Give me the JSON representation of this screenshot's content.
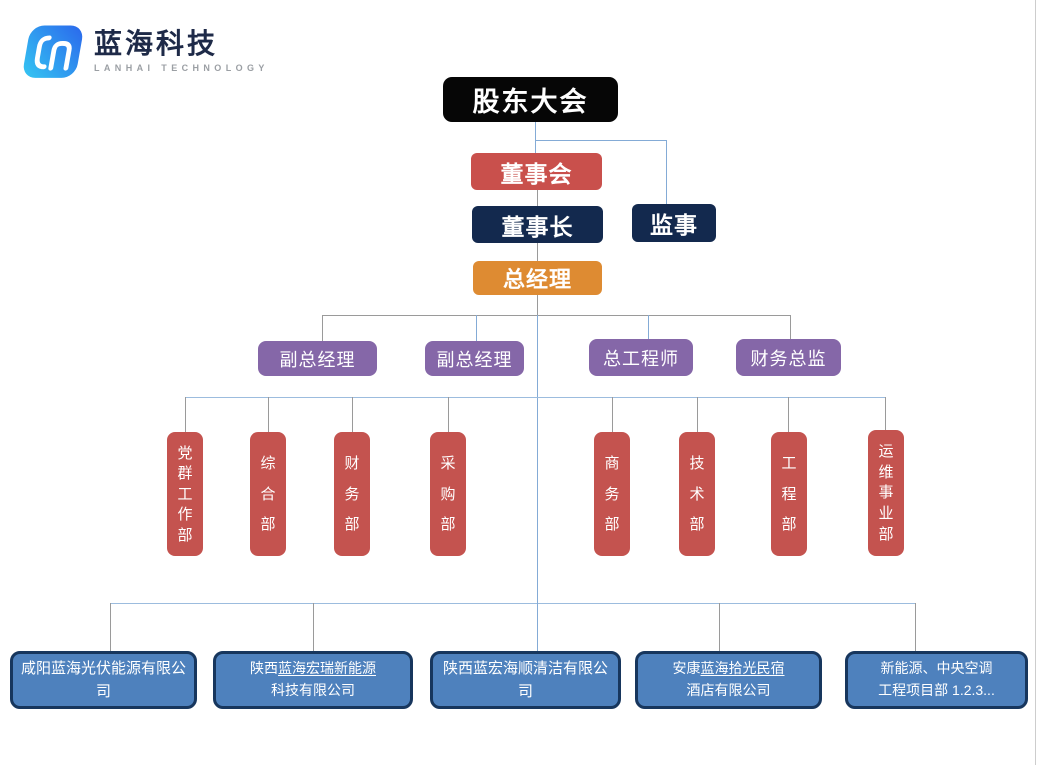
{
  "logo": {
    "title": "蓝海科技",
    "subtitle": "LANHAI TECHNOLOGY"
  },
  "org": {
    "shareholders": "股东大会",
    "board": "董事会",
    "chairman": "董事长",
    "supervisor": "监事",
    "general_manager": "总经理",
    "executives": [
      {
        "label": "副总经理"
      },
      {
        "label": "副总经理"
      },
      {
        "label": "总工程师"
      },
      {
        "label": "财务总监"
      }
    ],
    "departments": [
      {
        "label": "党群工作部"
      },
      {
        "label": "综合部"
      },
      {
        "label": "财务部"
      },
      {
        "label": "采购部"
      },
      {
        "label": "商务部"
      },
      {
        "label": "技术部"
      },
      {
        "label": "工程部"
      },
      {
        "label": "运维事业部"
      }
    ],
    "companies": [
      {
        "name": "咸阳蓝海光伏能源有限公司"
      },
      {
        "line1_prefix": "陕西",
        "line1_underlined": "蓝海宏瑞新能源",
        "line2": "科技有限公司"
      },
      {
        "name": "陕西蓝宏海顺清洁有限公司"
      },
      {
        "line1_prefix": "安康",
        "line1_underlined": "蓝海拾光民宿",
        "line2": "酒店有限公司"
      },
      {
        "line1": "新能源、中央空调",
        "line2": "工程项目部 1.2.3..."
      }
    ]
  },
  "colors": {
    "black_box": "#060606",
    "red_box": "#c9504c",
    "navy_box": "#13294e",
    "orange_box": "#de8b32",
    "purple_box": "#8567a8",
    "dept_box": "#c4534f",
    "company_fill": "#4e81bd",
    "company_border": "#17365d",
    "line_blue": "#84abd6",
    "line_gray": "#9a9a9a",
    "logo_gradient_start": "#35c8f2",
    "logo_gradient_end": "#2a66ec"
  }
}
